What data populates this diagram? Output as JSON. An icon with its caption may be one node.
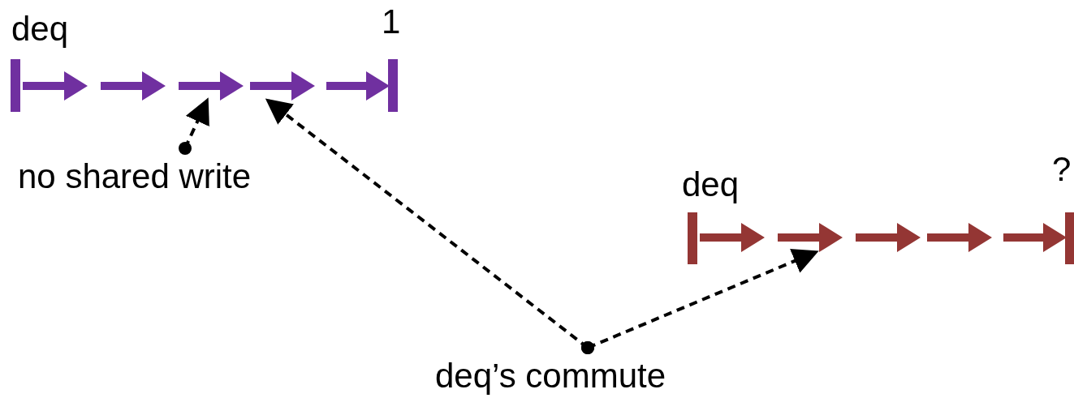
{
  "diagram": {
    "nodes": [
      {
        "text": [
          "deq"
        ]
      },
      {
        "text": [
          "1"
        ]
      },
      {
        "text": [],
        "shape": "arrow"
      },
      {
        "text": [],
        "shape": "arrow"
      },
      {
        "text": [],
        "shape": "arrow"
      },
      {
        "text": [],
        "shape": "arrow"
      },
      {
        "text": [],
        "shape": "arrow"
      },
      {
        "text": [
          "no shared write"
        ]
      },
      {
        "text": [
          "deq"
        ]
      },
      {
        "text": [
          "?"
        ]
      },
      {
        "text": [],
        "shape": "arrow"
      },
      {
        "text": [],
        "shape": "arrow"
      },
      {
        "text": [],
        "shape": "arrow"
      },
      {
        "text": [],
        "shape": "arrow"
      },
      {
        "text": [],
        "shape": "arrow"
      },
      {
        "text": [
          "deq’s commute"
        ]
      }
    ],
    "edges": [
      {
        "from": 7,
        "to": 4,
        "arrow": "to",
        "style": "dashed"
      },
      {
        "from": 15,
        "to": 5,
        "arrow": "to",
        "style": "dashed"
      },
      {
        "from": 15,
        "to": 11,
        "arrow": "to",
        "style": "dashed"
      }
    ]
  }
}
